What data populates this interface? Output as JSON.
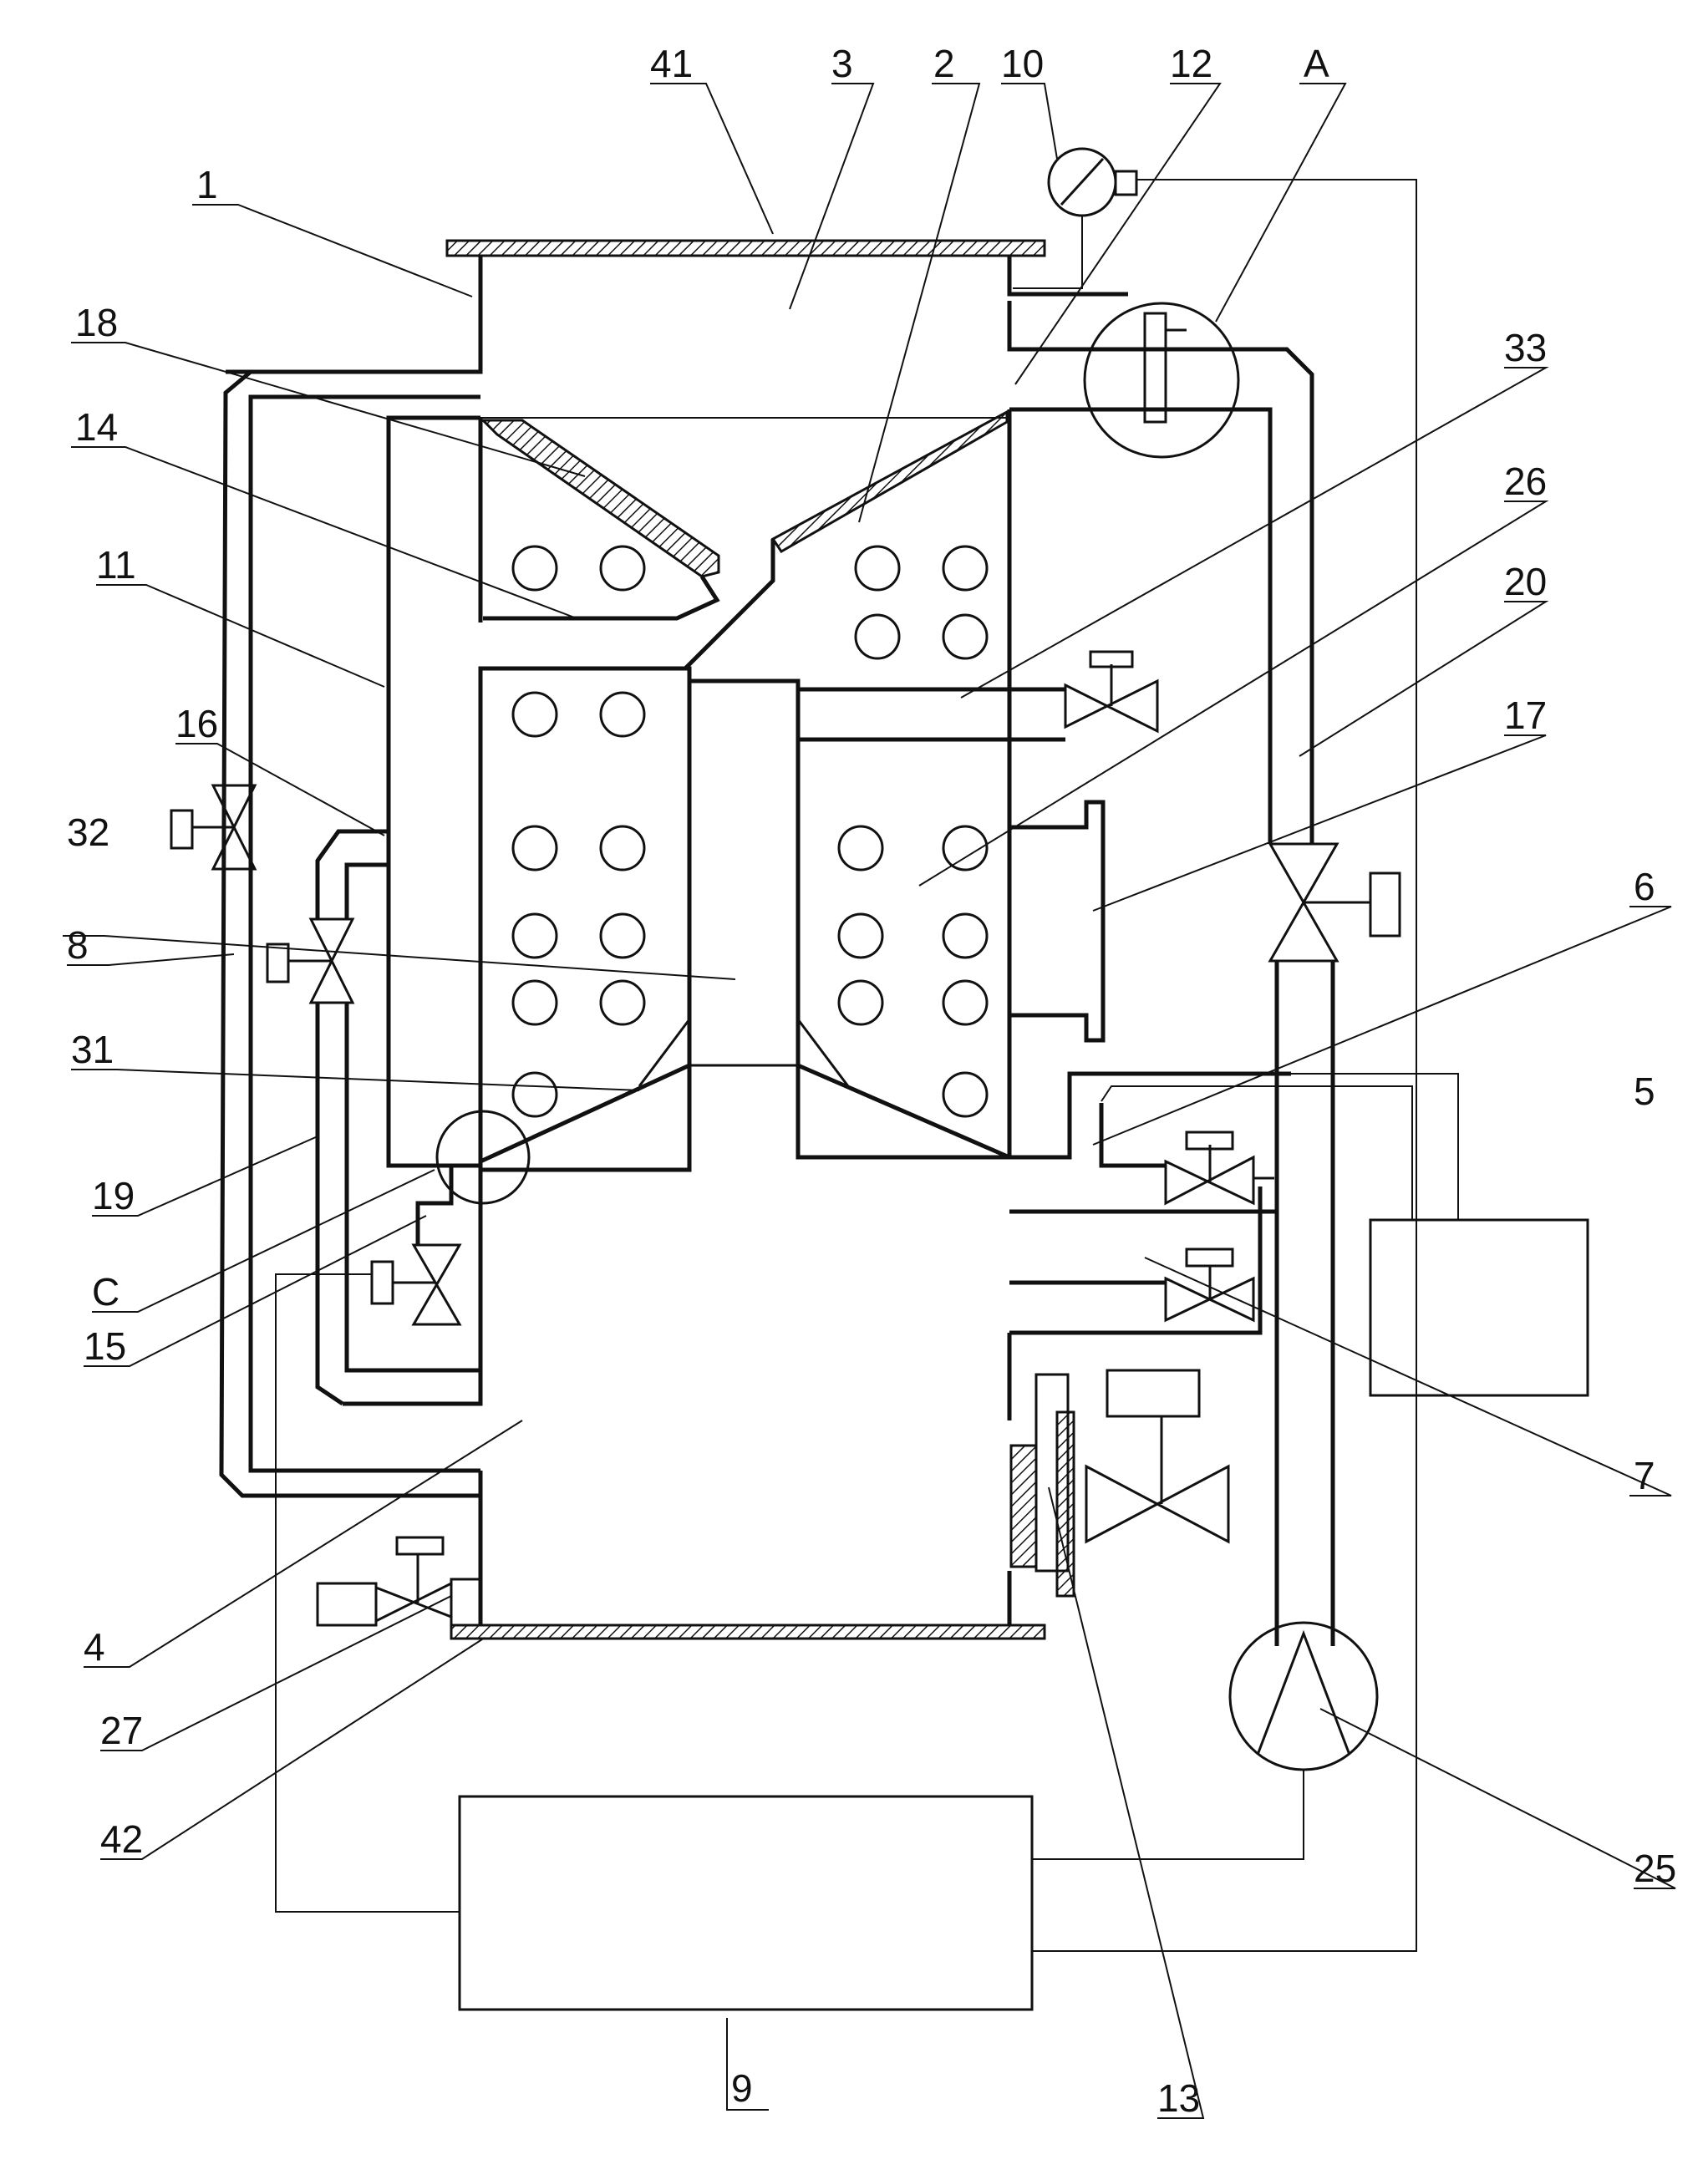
{
  "labels": {
    "l41": "41",
    "l3": "3",
    "l2": "2",
    "l10": "10",
    "l12": "12",
    "lA": "A",
    "l1": "1",
    "l18": "18",
    "l14": "14",
    "l11": "11",
    "l16": "16",
    "l32": "32",
    "l8": "8",
    "l31": "31",
    "l19": "19",
    "lC": "C",
    "l15": "15",
    "l4": "4",
    "l27": "27",
    "l42": "42",
    "l9": "9",
    "l13": "13",
    "l33": "33",
    "l26": "26",
    "l20": "20",
    "l17": "17",
    "l6": "6",
    "l5": "5",
    "l7": "7",
    "l25": "25"
  },
  "colors": {
    "line": "#111111",
    "background": "#ffffff"
  }
}
